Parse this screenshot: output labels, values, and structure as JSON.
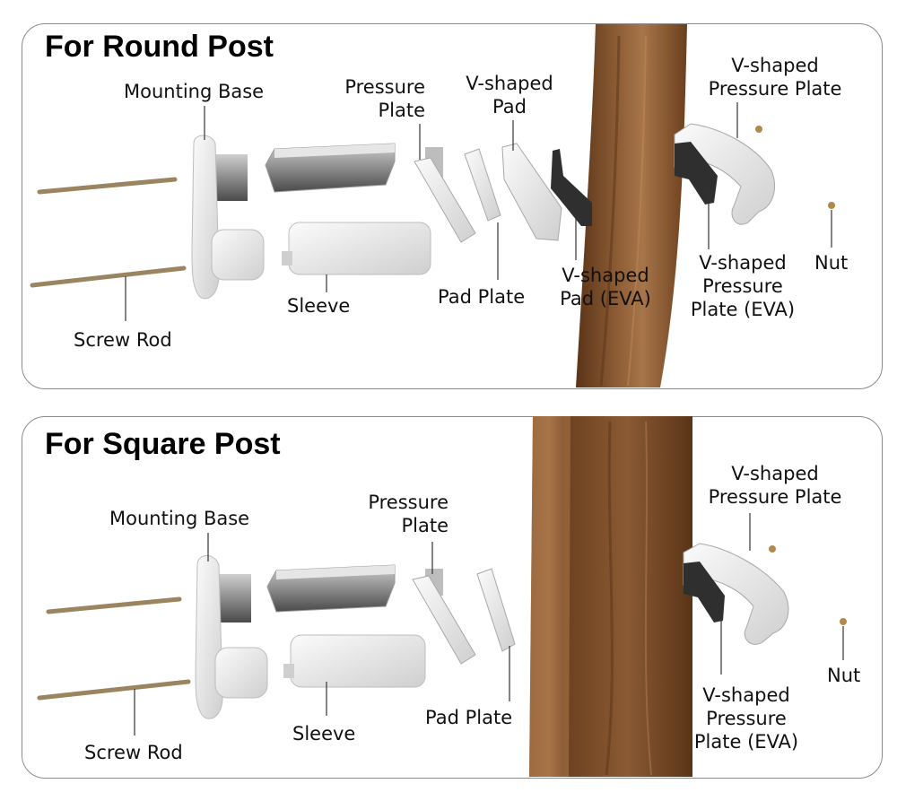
{
  "panels": {
    "round": {
      "title": "For Round Post",
      "labels": {
        "mounting_base": "Mounting Base",
        "pressure_plate_l1": "Pressure",
        "pressure_plate_l2": "Plate",
        "v_pad_l1": "V-shaped",
        "v_pad_l2": "Pad",
        "v_plate_l1": "V-shaped",
        "v_plate_l2": "Pressure Plate",
        "nut": "Nut",
        "v_plate_eva_l1": "V-shaped",
        "v_plate_eva_l2": "Pressure",
        "v_plate_eva_l3": "Plate (EVA)",
        "v_pad_eva_l1": "V-shaped",
        "v_pad_eva_l2": "Pad (EVA)",
        "pad_plate": "Pad Plate",
        "sleeve": "Sleeve",
        "screw_rod": "Screw Rod"
      }
    },
    "square": {
      "title": "For Square Post",
      "labels": {
        "mounting_base": "Mounting Base",
        "pressure_plate_l1": "Pressure",
        "pressure_plate_l2": "Plate",
        "v_plate_l1": "V-shaped",
        "v_plate_l2": "Pressure Plate",
        "nut": "Nut",
        "v_plate_eva_l1": "V-shaped",
        "v_plate_eva_l2": "Pressure",
        "v_plate_eva_l3": "Plate (EVA)",
        "pad_plate": "Pad Plate",
        "sleeve": "Sleeve",
        "screw_rod": "Screw Rod"
      }
    }
  },
  "colors": {
    "wood_dark": "#5a3418",
    "wood_mid": "#8a5a33",
    "wood_light": "#a8754a",
    "part_white": "#ededed",
    "part_shadow": "#bdbdbd",
    "rubber_dark": "#2f2f2f",
    "rod": "#9a8560",
    "nut": "#b08a4a"
  }
}
